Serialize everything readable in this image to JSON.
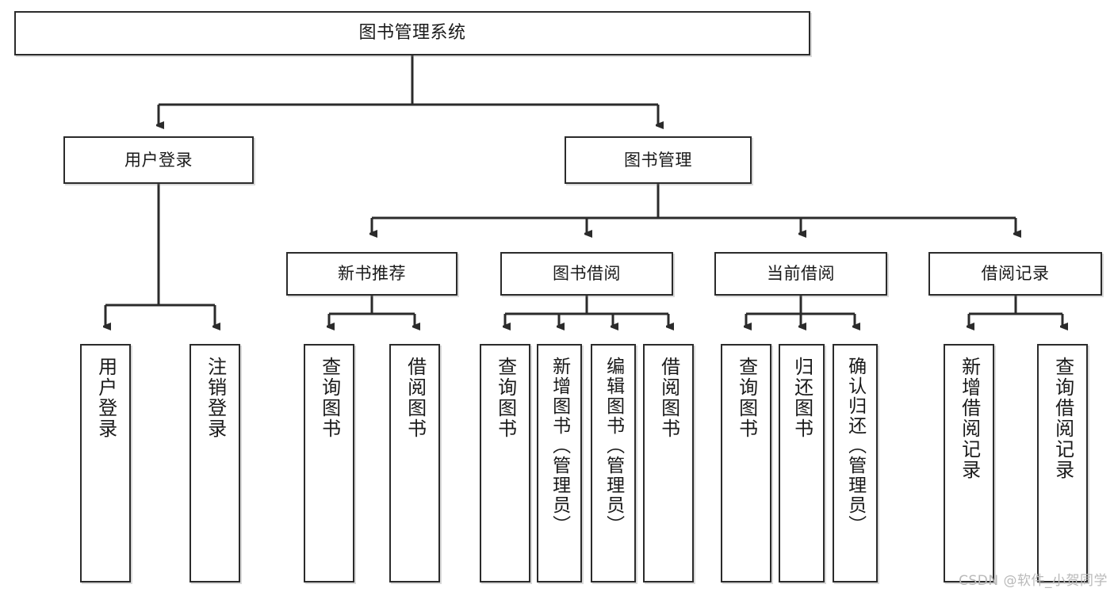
{
  "diagram": {
    "title": "图书管理系统",
    "type": "tree",
    "watermark": "CSDN @软件_小贺同学",
    "colors": {
      "border": "#2b2b2b",
      "background": "#ffffff",
      "text": "#1a1a1a",
      "watermark": "#b9b9b9"
    },
    "nodes": {
      "root": {
        "label": "图书管理系统"
      },
      "level2": [
        {
          "label": "用户登录"
        },
        {
          "label": "图书管理"
        }
      ],
      "level3": [
        {
          "label": "新书推荐"
        },
        {
          "label": "图书借阅"
        },
        {
          "label": "当前借阅"
        },
        {
          "label": "借阅记录"
        }
      ],
      "leaves_user_login": [
        {
          "label": "用户登录"
        },
        {
          "label": "注销登录"
        }
      ],
      "leaves_new_book": [
        {
          "label": "查询图书"
        },
        {
          "label": "借阅图书"
        }
      ],
      "leaves_borrow": [
        {
          "label": "查询图书"
        },
        {
          "label": "新增图书（管理员）"
        },
        {
          "label": "编辑图书（管理员）"
        },
        {
          "label": "借阅图书"
        }
      ],
      "leaves_current": [
        {
          "label": "查询图书"
        },
        {
          "label": "归还图书"
        },
        {
          "label": "确认归还（管理员）"
        }
      ],
      "leaves_records": [
        {
          "label": "新增借阅记录"
        },
        {
          "label": "查询借阅记录"
        }
      ]
    }
  }
}
